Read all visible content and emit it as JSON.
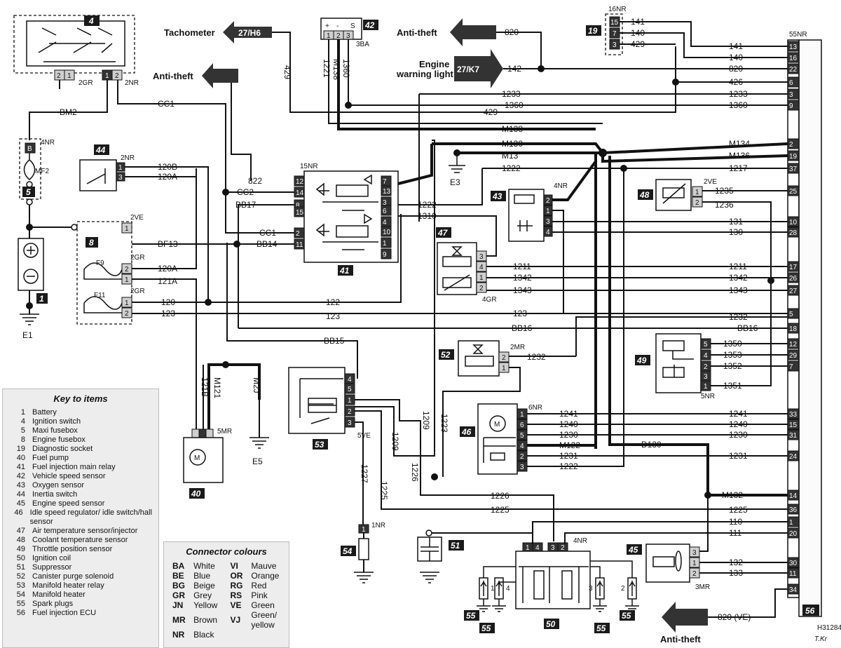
{
  "diagram_ref": "H31284",
  "signature": "T.Kr",
  "items": [
    {
      "id": "1",
      "label": "Battery"
    },
    {
      "id": "4",
      "label": "Ignition switch"
    },
    {
      "id": "5",
      "label": "Maxi fusebox"
    },
    {
      "id": "8",
      "label": "Engine fusebox"
    },
    {
      "id": "19",
      "label": "Diagnostic socket"
    },
    {
      "id": "40",
      "label": "Fuel pump"
    },
    {
      "id": "41",
      "label": "Fuel injection main relay"
    },
    {
      "id": "42",
      "label": "Vehicle speed sensor"
    },
    {
      "id": "43",
      "label": "Oxygen sensor"
    },
    {
      "id": "44",
      "label": "Inertia switch"
    },
    {
      "id": "45",
      "label": "Engine speed sensor"
    },
    {
      "id": "46",
      "label": "Idle speed regulator/ idle switch/hall sensor"
    },
    {
      "id": "47",
      "label": "Air temperature sensor/injector"
    },
    {
      "id": "48",
      "label": "Coolant temperature sensor"
    },
    {
      "id": "49",
      "label": "Throttle position sensor"
    },
    {
      "id": "50",
      "label": "Ignition coil"
    },
    {
      "id": "51",
      "label": "Suppressor"
    },
    {
      "id": "52",
      "label": "Canister purge solenoid"
    },
    {
      "id": "53",
      "label": "Manifold heater relay"
    },
    {
      "id": "54",
      "label": "Manifold heater"
    },
    {
      "id": "55",
      "label": "Spark plugs"
    },
    {
      "id": "56",
      "label": "Fuel injection ECU"
    }
  ],
  "key_title": "Key to items",
  "colours_title": "Connector colours",
  "colours": [
    {
      "code": "BA",
      "name": "White",
      "code2": "VI",
      "name2": "Mauve"
    },
    {
      "code": "BE",
      "name": "Blue",
      "code2": "OR",
      "name2": "Orange"
    },
    {
      "code": "BG",
      "name": "Beige",
      "code2": "RG",
      "name2": "Red"
    },
    {
      "code": "GR",
      "name": "Grey",
      "code2": "RS",
      "name2": "Pink"
    },
    {
      "code": "JN",
      "name": "Yellow",
      "code2": "VE",
      "name2": "Green"
    },
    {
      "code": "MR",
      "name": "Brown",
      "code2": "VJ",
      "name2": "Green/ yellow"
    },
    {
      "code": "NR",
      "name": "Black",
      "code2": "",
      "name2": ""
    }
  ],
  "destinations": {
    "tachometer": {
      "label": "Tachometer",
      "ref": "27/H6"
    },
    "anti_theft_1": {
      "label": "Anti-theft"
    },
    "anti_theft_2": {
      "label": "Anti-theft"
    },
    "engine_warning": {
      "label1": "Engine",
      "label2": "warning light",
      "ref": "27/K7"
    },
    "anti_theft_3": {
      "label": "Anti-theft"
    }
  },
  "grounds": {
    "e1": "E1",
    "e3": "E3",
    "e5": "E5"
  },
  "connectors": {
    "c2gr_a": "2GR",
    "c2nr_a": "2NR",
    "c4nr_a": "4NR",
    "c2nr_b": "2NR",
    "c2ve_a": "2VE",
    "c2gr_b": "2GR",
    "c2gr_c": "2GR",
    "c15nr": "15NR",
    "c3ba": "3BA",
    "c16nr": "16NR",
    "c55nr": "55NR",
    "c4nr_b": "4NR",
    "c2ve_b": "2VE",
    "c4gr": "4GR",
    "c2mr": "2MR",
    "c6nr": "6NR",
    "c5nr": "5NR",
    "c5mr": "5MR",
    "c5ve": "5VE",
    "c1nr": "1NR",
    "c4nr_c": "4NR",
    "c3mr": "3MR",
    "mf2": "MF2",
    "f9": "F9",
    "f11": "F11"
  },
  "wires": {
    "bm2": "BM2",
    "cc1_top": "CC1",
    "w429_top": "429",
    "w1221": "1221",
    "wM138_v": "M138",
    "w1360_v": "1360",
    "w820": "820",
    "w142": "142",
    "w141": "141",
    "w140": "140",
    "w429_r": "429",
    "r141": "141",
    "r140": "140",
    "r820": "820",
    "r426": "426",
    "r1233": "1233",
    "r1360": "1360",
    "m1233": "1233",
    "m1360": "1360",
    "m429": "429",
    "mM138": "M138",
    "mM130": "M130",
    "mM13": "M13",
    "m1222": "1222",
    "rM134": "M134",
    "rM136": "M136",
    "r1217": "1217",
    "w120B": "120B",
    "w120A_t": "120A",
    "w822": "822",
    "wCC2": "CC2",
    "wBB17": "BB17",
    "wCC1": "CC1",
    "wBF13": "BF13",
    "wBB14": "BB14",
    "w1222_b": "1222",
    "w1310": "1310",
    "w120A": "120A",
    "w121A": "121A",
    "w120": "120",
    "w123": "123",
    "w122": "122",
    "w123_m": "123",
    "wBB16_m": "BB16",
    "wBB15": "BB15",
    "w1232_m": "1232",
    "wBB16_r": "BB16",
    "r1235": "1235",
    "r1236": "1236",
    "r131": "131",
    "r130": "130",
    "r1211": "1211",
    "r1342": "1342",
    "r1343": "1343",
    "m1211": "1211",
    "m1342": "1342",
    "m1343": "1343",
    "m123": "123",
    "r1232": "1232",
    "r1350": "1350",
    "r1353": "1353",
    "r1352": "1352",
    "r1351": "1351",
    "w1232_52": "1232",
    "wM121": "M121",
    "wM2J": "M2J",
    "w121B": "121B",
    "w1209": "1209",
    "w1226": "1226",
    "w1209_b": "1209",
    "w1223": "1223",
    "m1241": "1241",
    "m1240": "1240",
    "m1230": "1230",
    "mM122": "M122",
    "m1231": "1231",
    "m1222_b": "1222",
    "r1241": "1241",
    "r1240": "1240",
    "r1230": "1230",
    "rD130": "D130",
    "r1231": "1231",
    "rM132": "M132",
    "w1226_h": "1226",
    "w1225_h": "1225",
    "w1227": "1227",
    "w1225_v": "1225",
    "r1225": "1225",
    "r110": "110",
    "r111": "111",
    "r132": "132",
    "r133": "133",
    "r820ve": "820 (VE)"
  },
  "ecu_pins": [
    "13",
    "16",
    "22",
    "6",
    "3",
    "9",
    "2",
    "19",
    "37",
    "25",
    "10",
    "28",
    "17",
    "26",
    "27",
    "5",
    "18",
    "12",
    "29",
    "7",
    "33",
    "15",
    "31",
    "24",
    "14",
    "36",
    "1",
    "20",
    "30",
    "11",
    "34"
  ],
  "plug_numbers": [
    "1",
    "4",
    "3",
    "2"
  ]
}
